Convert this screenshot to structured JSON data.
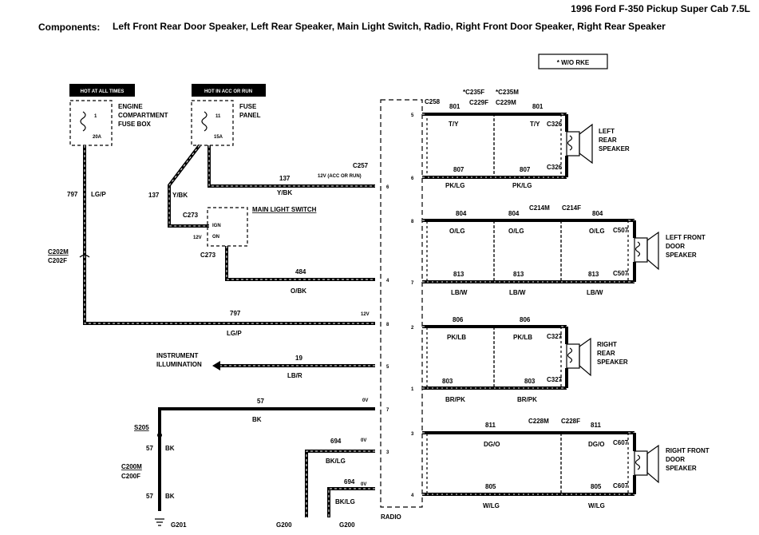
{
  "header": {
    "title": "1996 Ford F-350 Pickup Super Cab 7.5L",
    "components_label": "Components:",
    "components_text": "Left Front Rear Door Speaker, Left Rear Speaker, Main Light Switch, Radio, Right Front Door Speaker, Right Rear Speaker"
  },
  "note": "* W/O RKE",
  "power": {
    "hot_at_all_times": "HOT AT ALL TIMES",
    "hot_in_acc": "HOT IN ACC OR RUN",
    "engine_box": "ENGINE\nCOMPARTMENT\nFUSE BOX",
    "fuse_panel": "FUSE\nPANEL",
    "fuse1_num": "1",
    "fuse1_amp": "20A",
    "fuse2_num": "11",
    "fuse2_amp": "15A"
  },
  "switch": {
    "label": "MAIN LIGHT SWITCH",
    "ign": "IGN",
    "on": "ON",
    "volt": "12V",
    "conn_top": "C273",
    "conn_bottom": "C273"
  },
  "left_wires": {
    "w797_num": "797",
    "w797_color": "LG/P",
    "w137a_num": "137",
    "w137a_color": "Y/BK",
    "c202m": "C202M",
    "c202f": "C202F",
    "w137_num": "137",
    "w137_color": "Y/BK",
    "c257": "C257",
    "v12_acc": "12V (ACC OR RUN)",
    "w484_num": "484",
    "w484_color": "O/BK",
    "w797b_num": "797",
    "w797b_color": "LG/P",
    "v12": "12V",
    "instrument": "INSTRUMENT\nILLUMINATION",
    "w19_num": "19",
    "w19_color": "LB/R",
    "w57_num": "57",
    "w57_color": "BK",
    "v0": "0V",
    "s205": "S205",
    "w57b_num": "57",
    "w57b_color": "BK",
    "c200m": "C200M",
    "c200f": "C200F",
    "w57c_num": "57",
    "w57c_color": "BK",
    "g201": "G201",
    "w694a_num": "694",
    "w694a_color": "BK/LG",
    "w694b_num": "694",
    "w694b_color": "BK/LG",
    "g200a": "G200",
    "g200b": "G200",
    "v0b": "0V",
    "v0c": "0V"
  },
  "radio": {
    "label": "RADIO",
    "pins_left": [
      "6",
      "4",
      "8",
      "5",
      "7",
      "3"
    ],
    "pins_right": [
      "5",
      "6",
      "8",
      "7",
      "2",
      "1",
      "3",
      "4"
    ]
  },
  "right": {
    "c258": "C258",
    "c235f": "*C235F",
    "c235m": "*C235M",
    "c229f": "C229F",
    "c229m": "C229M",
    "c214m": "C214M",
    "c214f": "C214F",
    "c228m": "C228M",
    "c228f": "C228F",
    "c326a": "C326",
    "c326b": "C326",
    "c507a": "C507",
    "c507b": "C507",
    "c327a": "C327",
    "c327b": "C327",
    "c607a": "C607",
    "c607b": "C607",
    "spk_lr": "LEFT\nREAR\nSPEAKER",
    "spk_lf": "LEFT FRONT\nDOOR\nSPEAKER",
    "spk_rr": "RIGHT\nREAR\nSPEAKER",
    "spk_rf": "RIGHT FRONT\nDOOR\nSPEAKER",
    "wires": [
      {
        "num": "801",
        "color": "T/Y"
      },
      {
        "num": "807",
        "color": "PK/LG"
      },
      {
        "num": "804",
        "color": "O/LG"
      },
      {
        "num": "813",
        "color": "LB/W"
      },
      {
        "num": "806",
        "color": "PK/LB"
      },
      {
        "num": "803",
        "color": "BR/PK"
      },
      {
        "num": "811",
        "color": "DG/O"
      },
      {
        "num": "805",
        "color": "W/LG"
      }
    ]
  }
}
